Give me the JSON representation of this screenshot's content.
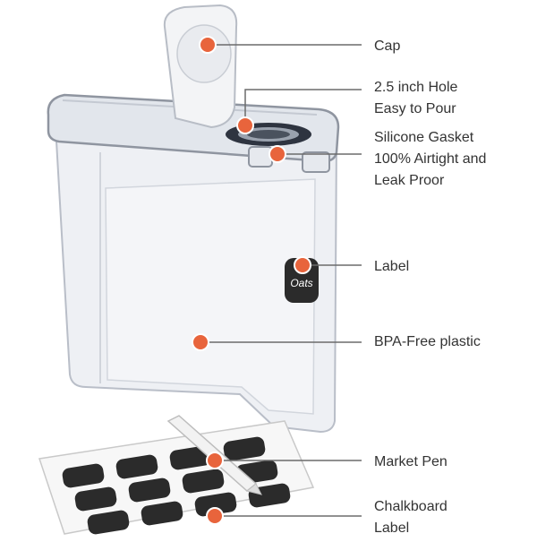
{
  "colors": {
    "callout": "#e8643c",
    "leader": "#6b6b6b",
    "text": "#333333",
    "chalk": "#2b2b2b",
    "container": "#eef0f4",
    "lid": "#e2e6ec",
    "gasket": "#2e3440"
  },
  "callouts": [
    {
      "id": "cap",
      "lines": [
        "Cap"
      ]
    },
    {
      "id": "hole",
      "lines": [
        "2.5 inch Hole",
        "Easy to Pour"
      ]
    },
    {
      "id": "gasket",
      "lines": [
        "Silicone Gasket",
        "100% Airtight and",
        "Leak Proor"
      ]
    },
    {
      "id": "label",
      "lines": [
        "Label"
      ]
    },
    {
      "id": "plastic",
      "lines": [
        "BPA-Free plastic"
      ]
    },
    {
      "id": "pen",
      "lines": [
        "Market Pen"
      ]
    },
    {
      "id": "chalk",
      "lines": [
        "Chalkboard",
        "Label"
      ]
    }
  ],
  "product": {
    "tag_text": "Oats"
  }
}
